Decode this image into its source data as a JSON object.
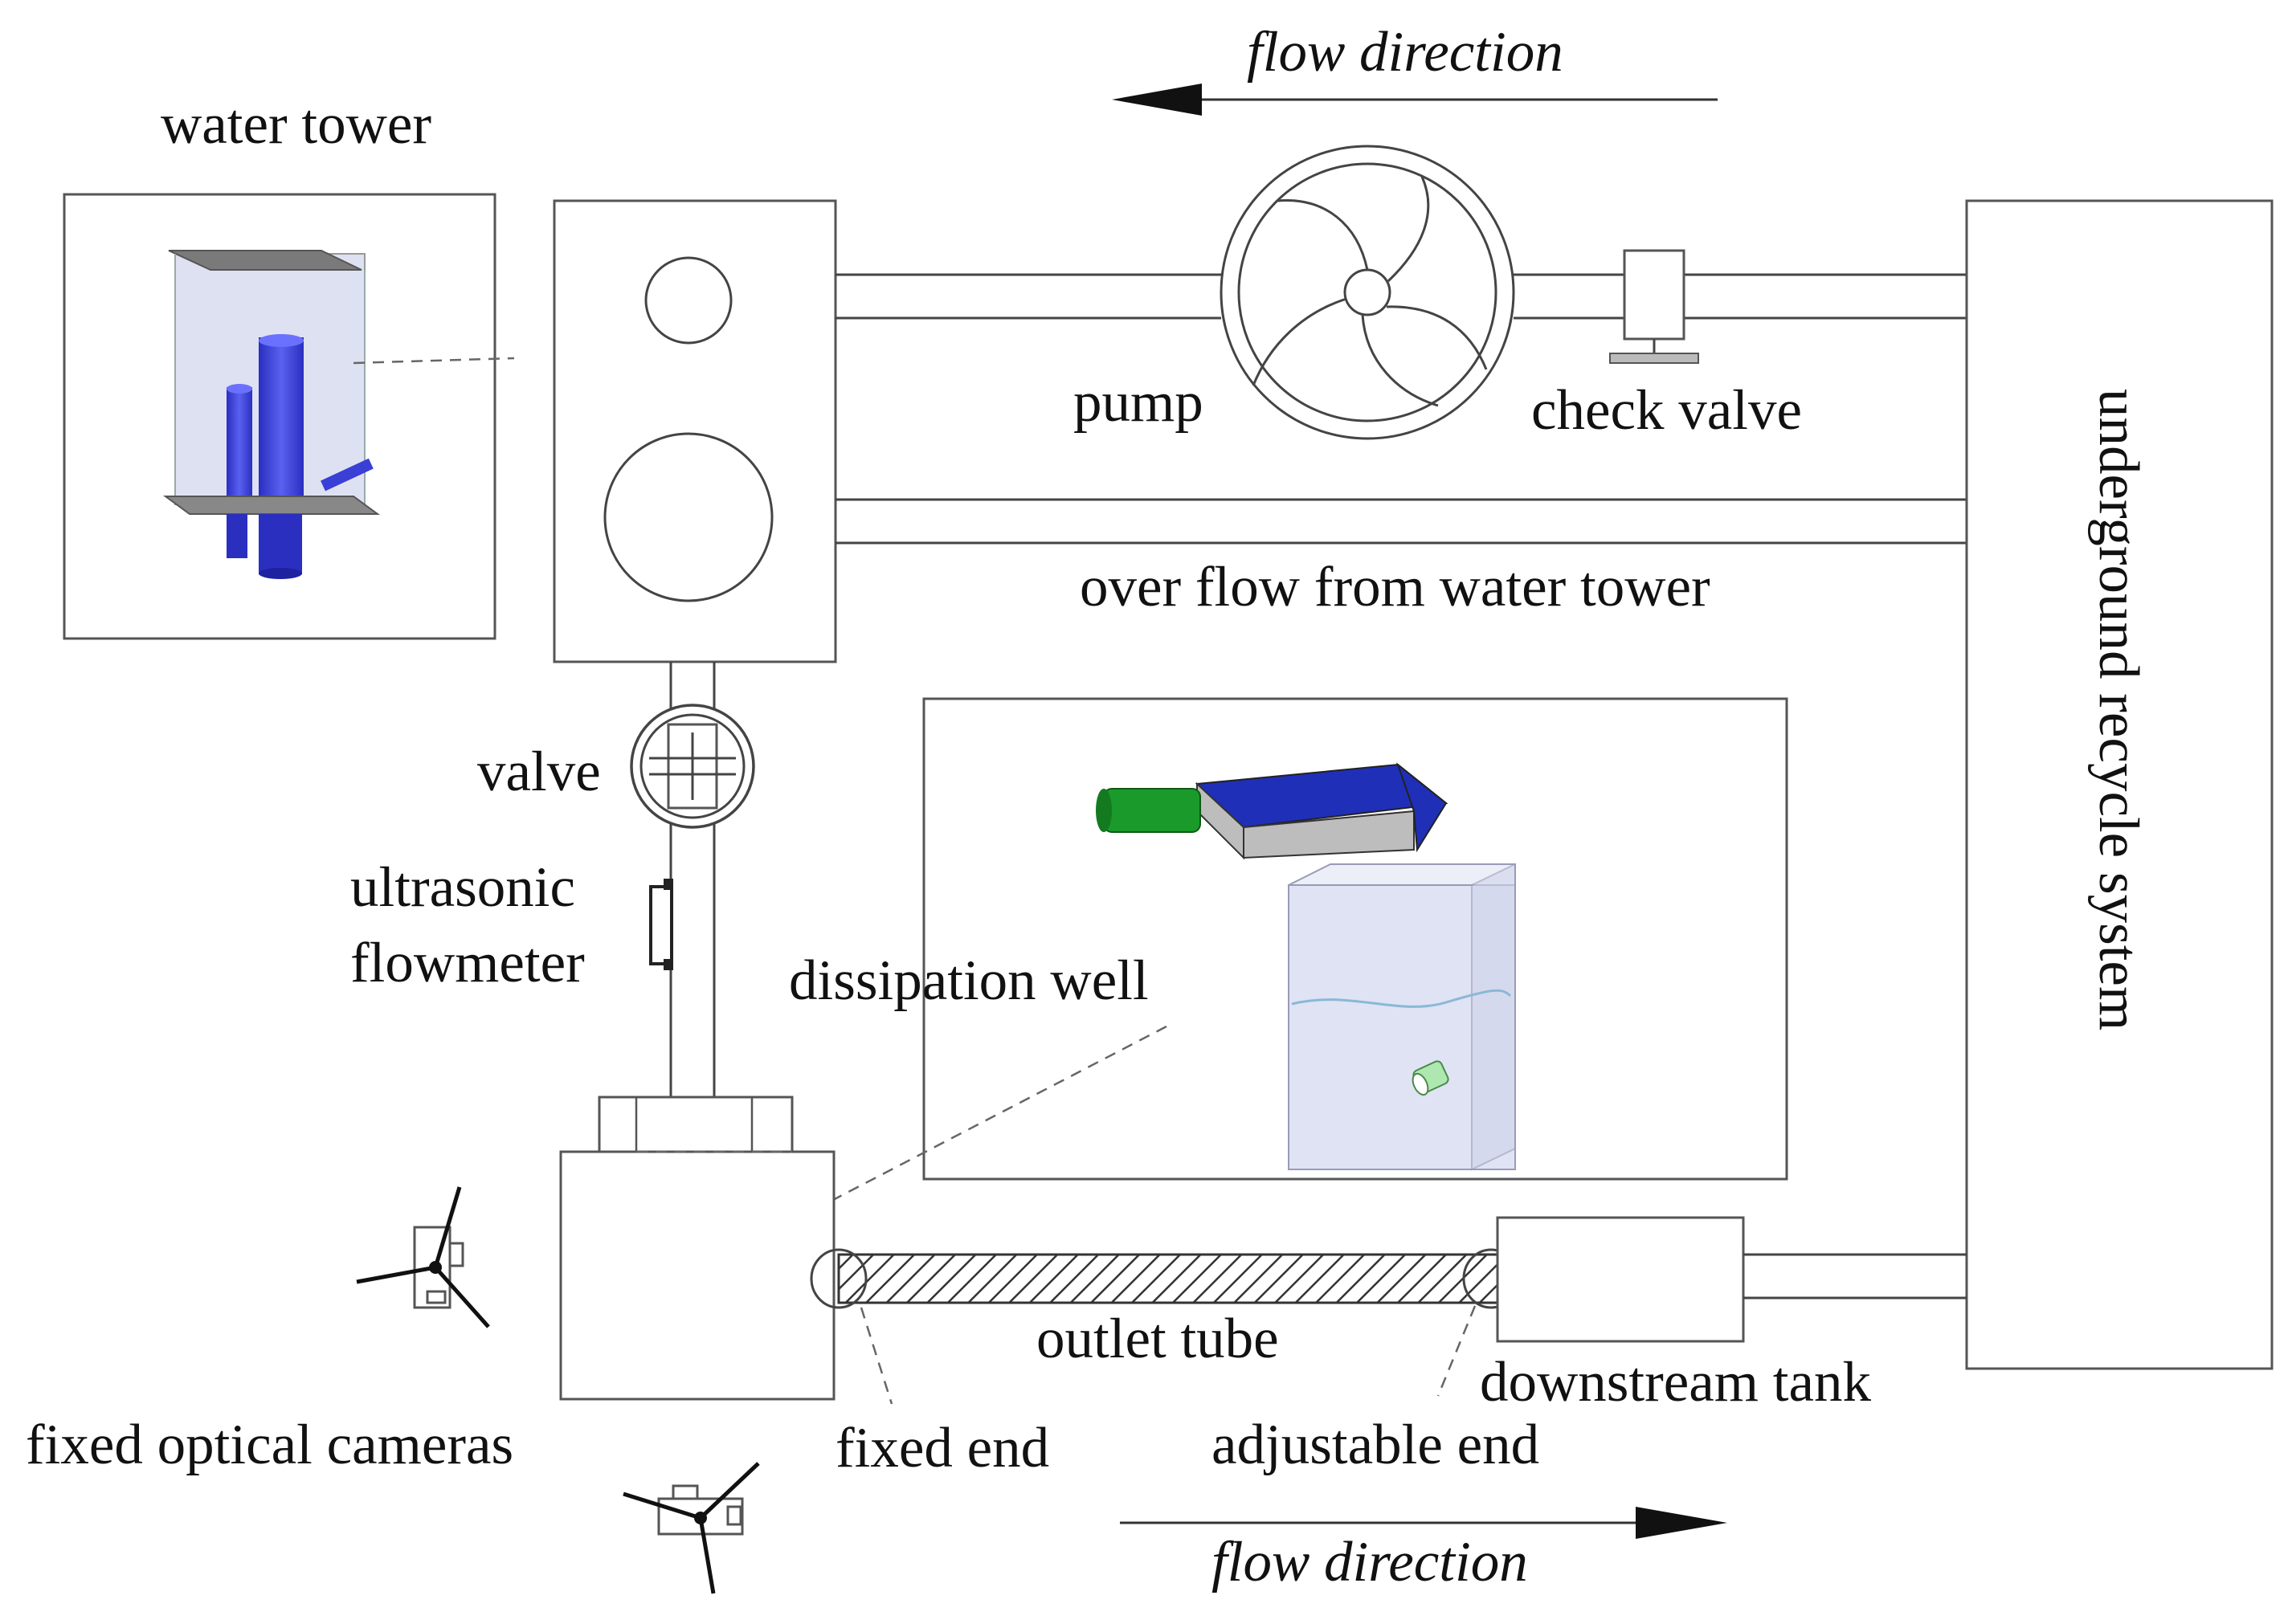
{
  "labels": {
    "water_tower": "water tower",
    "flow_direction_top": "flow direction",
    "pump": "pump",
    "check_valve": "check valve",
    "overflow": "over flow from water tower",
    "underground": "underground recycle system",
    "valve": "valve",
    "flowmeter_line1": "ultrasonic",
    "flowmeter_line2": "flowmeter",
    "dissipation_well": "dissipation well",
    "outlet_tube": "outlet tube",
    "downstream_tank": "downstream tank",
    "fixed_cameras": "fixed optical cameras",
    "fixed_end": "fixed end",
    "adjustable_end": "adjustable end",
    "flow_direction_bottom": "flow direction"
  },
  "colors": {
    "outline": "#555555",
    "cylinder_blue": "#3a3fd6",
    "camera_blue": "#1f2fb8",
    "lens_green": "#1a9a2a",
    "tank_glass": "#dfe3f3",
    "water_line": "#8ab8d8"
  }
}
